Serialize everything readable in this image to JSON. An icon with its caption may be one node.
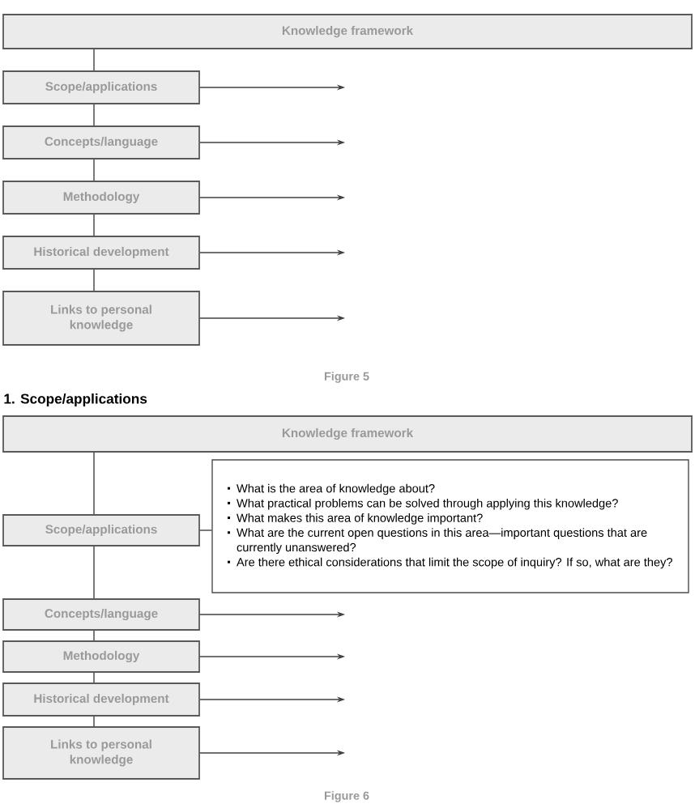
{
  "diagram": {
    "nodes": [
      {
        "text": [
          "Knowledge framework"
        ]
      },
      {
        "text": [
          "Scope/applications"
        ]
      },
      {
        "text": [
          "Concepts/language"
        ]
      },
      {
        "text": [
          "Methodology"
        ]
      },
      {
        "text": [
          "Historical development"
        ]
      },
      {
        "text": [
          "Links to personal knowledge"
        ]
      },
      {
        "text": [
          "Knowledge framework"
        ]
      },
      {
        "text": [
          "Scope/applications"
        ]
      },
      {
        "text": [
          "What is the area of knowledge about?",
          "What practical problems can be solved through applying this knowledge?",
          "What makes this area of knowledge important?",
          "What are the current open questions in this area—important questions that are currently unanswered?",
          "Are there ethical considerations that limit the scope of inquiry? If so, what are they?"
        ]
      },
      {
        "text": [
          "Concepts/language"
        ]
      },
      {
        "text": [
          "Methodology"
        ]
      },
      {
        "text": [
          "Historical development"
        ]
      },
      {
        "text": [
          "Links to personal knowledge"
        ]
      }
    ],
    "edges": [
      {
        "from": 0,
        "to": 1,
        "arrow": "none"
      },
      {
        "from": 1,
        "to": 2,
        "arrow": "none"
      },
      {
        "from": 2,
        "to": 3,
        "arrow": "none"
      },
      {
        "from": 3,
        "to": 4,
        "arrow": "none"
      },
      {
        "from": 4,
        "to": 5,
        "arrow": "none"
      },
      {
        "from": 1,
        "to": null,
        "arrow": "to"
      },
      {
        "from": 2,
        "to": null,
        "arrow": "to"
      },
      {
        "from": 3,
        "to": null,
        "arrow": "to"
      },
      {
        "from": 4,
        "to": null,
        "arrow": "to"
      },
      {
        "from": 5,
        "to": null,
        "arrow": "to"
      },
      {
        "from": 6,
        "to": 7,
        "arrow": "none"
      },
      {
        "from": 7,
        "to": 9,
        "arrow": "none"
      },
      {
        "from": 9,
        "to": 10,
        "arrow": "none"
      },
      {
        "from": 10,
        "to": 11,
        "arrow": "none"
      },
      {
        "from": 11,
        "to": 12,
        "arrow": "none"
      },
      {
        "from": 7,
        "to": 8,
        "arrow": "none"
      },
      {
        "from": 9,
        "to": null,
        "arrow": "to"
      },
      {
        "from": 10,
        "to": null,
        "arrow": "to"
      },
      {
        "from": 11,
        "to": null,
        "arrow": "to"
      },
      {
        "from": 12,
        "to": null,
        "arrow": "to"
      }
    ],
    "labels": [
      "Figure 5",
      "1. Scope/applications",
      "Figure 6"
    ]
  }
}
